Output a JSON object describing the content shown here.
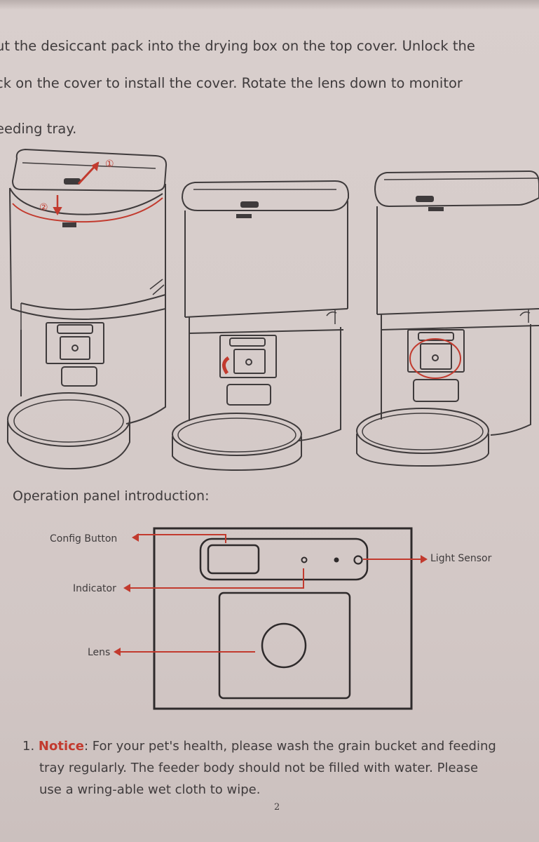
{
  "intro": {
    "line1": "ut the desiccant pack into the drying box on the top cover. Unlock the",
    "line2": "ck on the cover to install the cover. Rotate the lens down to monitor",
    "line3": "eeding tray."
  },
  "figure": {
    "step1_marker": "①",
    "step2_marker": "②"
  },
  "section_heading": "Operation panel introduction:",
  "panel_labels": {
    "config_button": "Config  Button",
    "indicator": "Indicator",
    "lens": "Lens",
    "light_sensor": "Light Sensor"
  },
  "notice": {
    "number": "1.",
    "keyword": "Notice",
    "line1": ": For your pet's health, please wash the grain bucket and feeding",
    "line2": "tray regularly. The feeder body should not be filled with water. Please",
    "line3": "use a wring-able wet cloth to wipe."
  },
  "page_number": "2",
  "colors": {
    "accent_red": "#c23a2e",
    "ink": "#3f3b3c",
    "paper": "#d9cfcd"
  }
}
